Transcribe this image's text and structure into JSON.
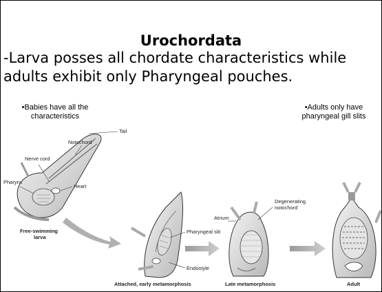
{
  "slide": {
    "title": "Urochordata",
    "subtitle": "-Larva posses all chordate characteristics while adults exhibit only Pharyngeal pouches.",
    "note_left": "•Babies have all the characteristics",
    "note_right": "•Adults only have pharyngeal gill slits"
  },
  "diagram": {
    "labels": {
      "notochord": "Notochord",
      "tail": "Tail",
      "nerve_cord": "Nerve cord",
      "pharynx": "Pharynx",
      "heart": "Heart",
      "pharyngeal_slit": "Pharyngeal slit",
      "endostyle": "Endostyle",
      "atrium": "Atrium",
      "degenerating": "Degenerating",
      "notochord2": "notochord"
    },
    "stages": {
      "larva_line1": "Free-swimming",
      "larva_line2": "larva",
      "early": "Attached, early metamorphosis",
      "late": "Late metamorphosis",
      "adult": "Adult"
    }
  }
}
